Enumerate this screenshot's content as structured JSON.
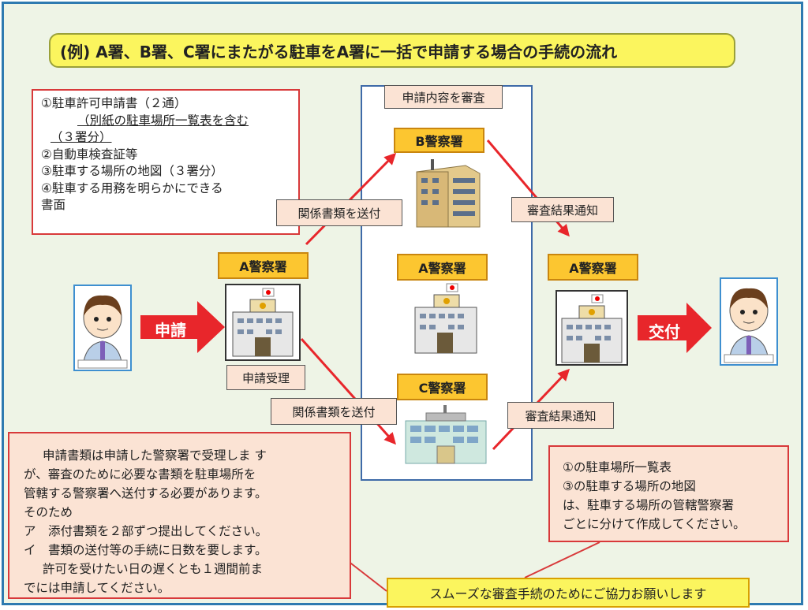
{
  "title": "(例) A署、B署、C署にまたがる駐車をA署に一括で申請する場合の手続の流れ",
  "required_docs": [
    "①駐車許可申請書（２通）",
    "（別紙の駐車場所一覧表を含む",
    "（３署分）",
    "②自動車検査証等",
    "③駐車する場所の地図（３署分）",
    "④駐車する用務を明らかにできる",
    "書面"
  ],
  "center_panel_label": "申請内容を審査",
  "stations": {
    "b": "B警察署",
    "a_left": "A警察署",
    "a_center": "A警察署",
    "a_right": "A警察署",
    "c": "C警察署"
  },
  "labels": {
    "send_docs_upper": "関係書類を送付",
    "send_docs_lower": "関係書類を送付",
    "result_upper": "審査結果通知",
    "result_lower": "審査結果通知",
    "received": "申請受理"
  },
  "arrows": {
    "apply": "申請",
    "deliver": "交付"
  },
  "notes_left": [
    "申請書類は申請した警察署で受理しま す",
    "が、審査のために必要な書類を駐車場所を",
    "管轄する警察署へ送付する必要があります。",
    "そのため",
    "ア　添付書類を２部ずつ提出してください。",
    "イ　書類の送付等の手続に日数を要します。",
    "許可を受けたい日の遅くとも１週間前ま",
    "でには申請してください。"
  ],
  "notes_right": [
    "①の駐車場所一覧表",
    "③の駐車する場所の地図",
    "は、駐車する場所の管轄警察署",
    "ごとに分けて作成してください。"
  ],
  "banner": "スムーズな審査手続のためにご協力お願いします",
  "colors": {
    "frame": "#2e7ab0",
    "background": "#eef4e6",
    "title_bg": "#fbf55e",
    "station_bg": "#fcc630",
    "arrow_red": "#e8262b",
    "bubble_bg": "#fbe3d4"
  },
  "icons": [
    "person-icon",
    "police-station-icon",
    "office-building-icon",
    "government-building-icon"
  ]
}
